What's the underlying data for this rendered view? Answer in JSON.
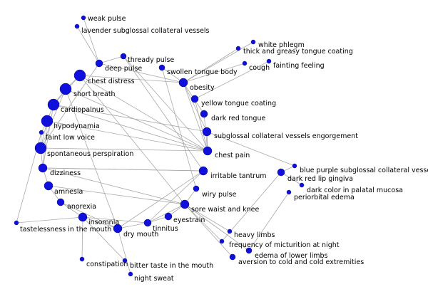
{
  "colors": {
    "node": "#1010dd",
    "edge": "#a9a9a9",
    "text": "#000000",
    "background": "#ffffff"
  },
  "nodes": [
    {
      "id": "weak-pulse",
      "label": "weak pulse"
    },
    {
      "id": "lavender-subglossal",
      "label": "lavender subglossal collateral vessels"
    },
    {
      "id": "white-phlegm",
      "label": "white phlegm"
    },
    {
      "id": "thick-greasy-coating",
      "label": "thick and greasy tongue coating"
    },
    {
      "id": "thready-pulse",
      "label": "thready pulse"
    },
    {
      "id": "cough",
      "label": "cough"
    },
    {
      "id": "fainting-feeling",
      "label": "fainting feeling"
    },
    {
      "id": "deep-pulse",
      "label": "deep pulse"
    },
    {
      "id": "swollen-tongue-body",
      "label": "swollen tongue body"
    },
    {
      "id": "chest-distress",
      "label": "chest distress"
    },
    {
      "id": "obesity",
      "label": "obesity"
    },
    {
      "id": "short-breath",
      "label": "short breath"
    },
    {
      "id": "yellow-tongue-coating",
      "label": "yellow tongue coating"
    },
    {
      "id": "cardiopalnus",
      "label": "cardiopalnus"
    },
    {
      "id": "dark-red-tongue",
      "label": "dark red tongue"
    },
    {
      "id": "hypodynamia",
      "label": "hypodynamia"
    },
    {
      "id": "subglossal-engorgement",
      "label": "subglossal collateral vessels engorgement"
    },
    {
      "id": "faint-low-voice",
      "label": "faint low voice"
    },
    {
      "id": "spontaneous-perspiration",
      "label": "spontaneous perspiration"
    },
    {
      "id": "chest-pain",
      "label": "chest pain"
    },
    {
      "id": "dizziness",
      "label": "dizziness"
    },
    {
      "id": "blue-purple-subglossal",
      "label": "blue purple subglossal collateral vessels"
    },
    {
      "id": "irritable-tantrum",
      "label": "irritable tantrum"
    },
    {
      "id": "dark-red-lip-gingiva",
      "label": "dark red lip gingiva"
    },
    {
      "id": "amnesia",
      "label": "amnesia"
    },
    {
      "id": "wiry-pulse",
      "label": "wiry pulse"
    },
    {
      "id": "dark-palatal-mucosa",
      "label": "dark color in palatal mucosa"
    },
    {
      "id": "periorbital-edema",
      "label": "periorbital edema"
    },
    {
      "id": "anorexia",
      "label": "anorexia"
    },
    {
      "id": "sore-waist-knee",
      "label": "sore waist and knee"
    },
    {
      "id": "insomnia",
      "label": "insomnia"
    },
    {
      "id": "eyestrain",
      "label": "eyestrain"
    },
    {
      "id": "tastelessness",
      "label": "tastelessness in the mouth"
    },
    {
      "id": "dry-mouth",
      "label": "dry mouth"
    },
    {
      "id": "tinnitus",
      "label": "tinnitus"
    },
    {
      "id": "heavy-limbs",
      "label": "heavy limbs"
    },
    {
      "id": "frequency-micturition",
      "label": "frequency of micturition at night"
    },
    {
      "id": "edema-lower-limbs",
      "label": "edema of lower limbs"
    },
    {
      "id": "aversion-cold",
      "label": "aversion to cold and cold extremities"
    },
    {
      "id": "constipation",
      "label": "constipation"
    },
    {
      "id": "bitter-taste",
      "label": "bitter taste in the mouth"
    },
    {
      "id": "night-sweat",
      "label": "night sweat"
    }
  ],
  "edges": [
    [
      "weak-pulse",
      "deep-pulse"
    ],
    [
      "lavender-subglossal",
      "deep-pulse"
    ],
    [
      "thready-pulse",
      "deep-pulse"
    ],
    [
      "thready-pulse",
      "chest-pain"
    ],
    [
      "thready-pulse",
      "irritable-tantrum"
    ],
    [
      "deep-pulse",
      "spontaneous-perspiration"
    ],
    [
      "deep-pulse",
      "obesity"
    ],
    [
      "white-phlegm",
      "obesity"
    ],
    [
      "thick-greasy-coating",
      "obesity"
    ],
    [
      "cough",
      "obesity"
    ],
    [
      "fainting-feeling",
      "yellow-tongue-coating"
    ],
    [
      "swollen-tongue-body",
      "obesity"
    ],
    [
      "swollen-tongue-body",
      "wiry-pulse"
    ],
    [
      "obesity",
      "chest-pain"
    ],
    [
      "obesity",
      "subglossal-engorgement"
    ],
    [
      "obesity",
      "dark-red-tongue"
    ],
    [
      "yellow-tongue-coating",
      "chest-pain"
    ],
    [
      "dark-red-tongue",
      "chest-pain"
    ],
    [
      "subglossal-engorgement",
      "chest-pain"
    ],
    [
      "subglossal-engorgement",
      "blue-purple-subglossal"
    ],
    [
      "chest-distress",
      "short-breath"
    ],
    [
      "chest-distress",
      "obesity"
    ],
    [
      "chest-distress",
      "chest-pain"
    ],
    [
      "chest-distress",
      "cardiopalnus"
    ],
    [
      "chest-distress",
      "sore-waist-knee"
    ],
    [
      "short-breath",
      "cardiopalnus"
    ],
    [
      "short-breath",
      "chest-pain"
    ],
    [
      "short-breath",
      "spontaneous-perspiration"
    ],
    [
      "short-breath",
      "dry-mouth"
    ],
    [
      "cardiopalnus",
      "hypodynamia"
    ],
    [
      "cardiopalnus",
      "chest-pain"
    ],
    [
      "cardiopalnus",
      "subglossal-engorgement"
    ],
    [
      "hypodynamia",
      "spontaneous-perspiration"
    ],
    [
      "hypodynamia",
      "faint-low-voice"
    ],
    [
      "hypodynamia",
      "chest-pain"
    ],
    [
      "faint-low-voice",
      "spontaneous-perspiration"
    ],
    [
      "spontaneous-perspiration",
      "chest-pain"
    ],
    [
      "spontaneous-perspiration",
      "dizziness"
    ],
    [
      "dizziness",
      "amnesia"
    ],
    [
      "dizziness",
      "irritable-tantrum"
    ],
    [
      "dizziness",
      "sore-waist-knee"
    ],
    [
      "amnesia",
      "anorexia"
    ],
    [
      "amnesia",
      "sore-waist-knee"
    ],
    [
      "anorexia",
      "insomnia"
    ],
    [
      "anorexia",
      "dry-mouth"
    ],
    [
      "insomnia",
      "dry-mouth"
    ],
    [
      "insomnia",
      "tinnitus"
    ],
    [
      "insomnia",
      "constipation"
    ],
    [
      "insomnia",
      "bitter-taste"
    ],
    [
      "insomnia",
      "tastelessness"
    ],
    [
      "dry-mouth",
      "tinnitus"
    ],
    [
      "dry-mouth",
      "irritable-tantrum"
    ],
    [
      "dry-mouth",
      "night-sweat"
    ],
    [
      "tinnitus",
      "eyestrain"
    ],
    [
      "tinnitus",
      "sore-waist-knee"
    ],
    [
      "eyestrain",
      "sore-waist-knee"
    ],
    [
      "wiry-pulse",
      "sore-waist-knee"
    ],
    [
      "irritable-tantrum",
      "dizziness"
    ],
    [
      "irritable-tantrum",
      "tinnitus"
    ],
    [
      "sore-waist-knee",
      "heavy-limbs"
    ],
    [
      "sore-waist-knee",
      "frequency-micturition"
    ],
    [
      "sore-waist-knee",
      "aversion-cold"
    ],
    [
      "sore-waist-knee",
      "edema-lower-limbs"
    ],
    [
      "dark-red-lip-gingiva",
      "blue-purple-subglossal"
    ],
    [
      "dark-red-lip-gingiva",
      "dark-palatal-mucosa"
    ],
    [
      "dark-red-lip-gingiva",
      "frequency-micturition"
    ],
    [
      "periorbital-edema",
      "edema-lower-limbs"
    ],
    [
      "faint-low-voice",
      "tastelessness"
    ],
    [
      "cardiopalnus",
      "dizziness"
    ],
    [
      "hypodynamia",
      "dizziness"
    ]
  ]
}
